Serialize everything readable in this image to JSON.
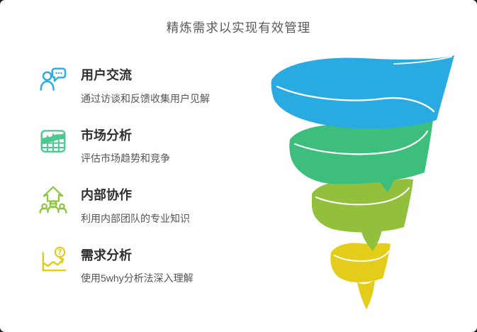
{
  "page": {
    "title": "精炼需求以实现有效管理"
  },
  "items": [
    {
      "title": "用户交流",
      "desc": "通过访谈和反馈收集用户见解",
      "icon": "user-chat-icon",
      "color": "#29abe2"
    },
    {
      "title": "市场分析",
      "desc": "评估市场趋势和竞争",
      "icon": "market-grid-chart-icon",
      "color": "#4cc78e"
    },
    {
      "title": "内部协作",
      "desc": "利用内部团队的专业知识",
      "icon": "team-up-arrow-icon",
      "color": "#8cc63f"
    },
    {
      "title": "需求分析",
      "desc": "使用5why分析法深入理解",
      "icon": "question-trend-chart-icon",
      "color": "#e2cc12"
    }
  ],
  "funnel": {
    "type": "spiral-funnel",
    "bands": [
      {
        "color": "#29abe2"
      },
      {
        "color": "#3dbe7c"
      },
      {
        "color": "#92c03c"
      },
      {
        "color": "#e3cd1a"
      }
    ]
  },
  "glyphs": {
    "question_mark": "?"
  }
}
